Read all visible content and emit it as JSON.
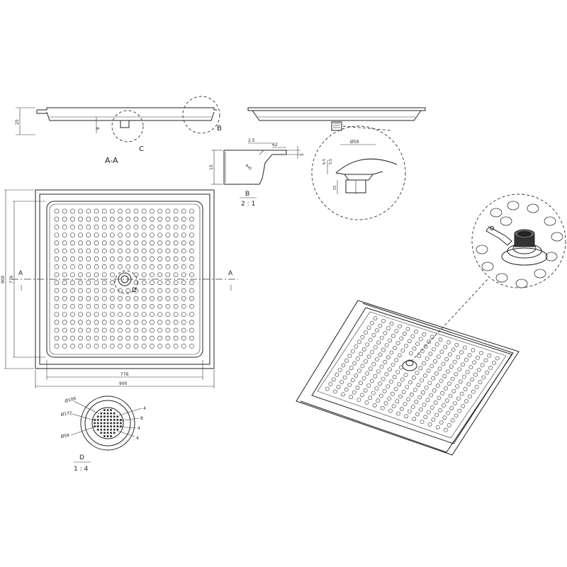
{
  "section_aa": {
    "label": "A-A",
    "dim_height": "25",
    "dim_b": "8",
    "detail_c_marker": "C",
    "detail_b_marker": "B"
  },
  "detail_b": {
    "dims": [
      "2.5",
      "62",
      "5",
      "15"
    ],
    "radius_label": "R45",
    "title": "B",
    "scale": "2 : 1"
  },
  "detail_c": {
    "dim_diameter": "Ø59",
    "dim_left_1": "6.5",
    "dim_left_2": "5.5",
    "dim_bottom": "15"
  },
  "plan": {
    "dim_width_inner": "776",
    "dim_width_outer": "900",
    "dim_height_outer": "900",
    "dim_height_inner": "776",
    "section_marker": "A",
    "drain_marker": "D"
  },
  "detail_d": {
    "title": "D",
    "scale": "1 : 4",
    "callouts_left": [
      "Ø106",
      "Ø172",
      "Ø59"
    ],
    "callouts_right": [
      "4",
      "8",
      "4",
      "4"
    ]
  },
  "colors": {
    "line": "#222222",
    "background": "#ffffff"
  }
}
